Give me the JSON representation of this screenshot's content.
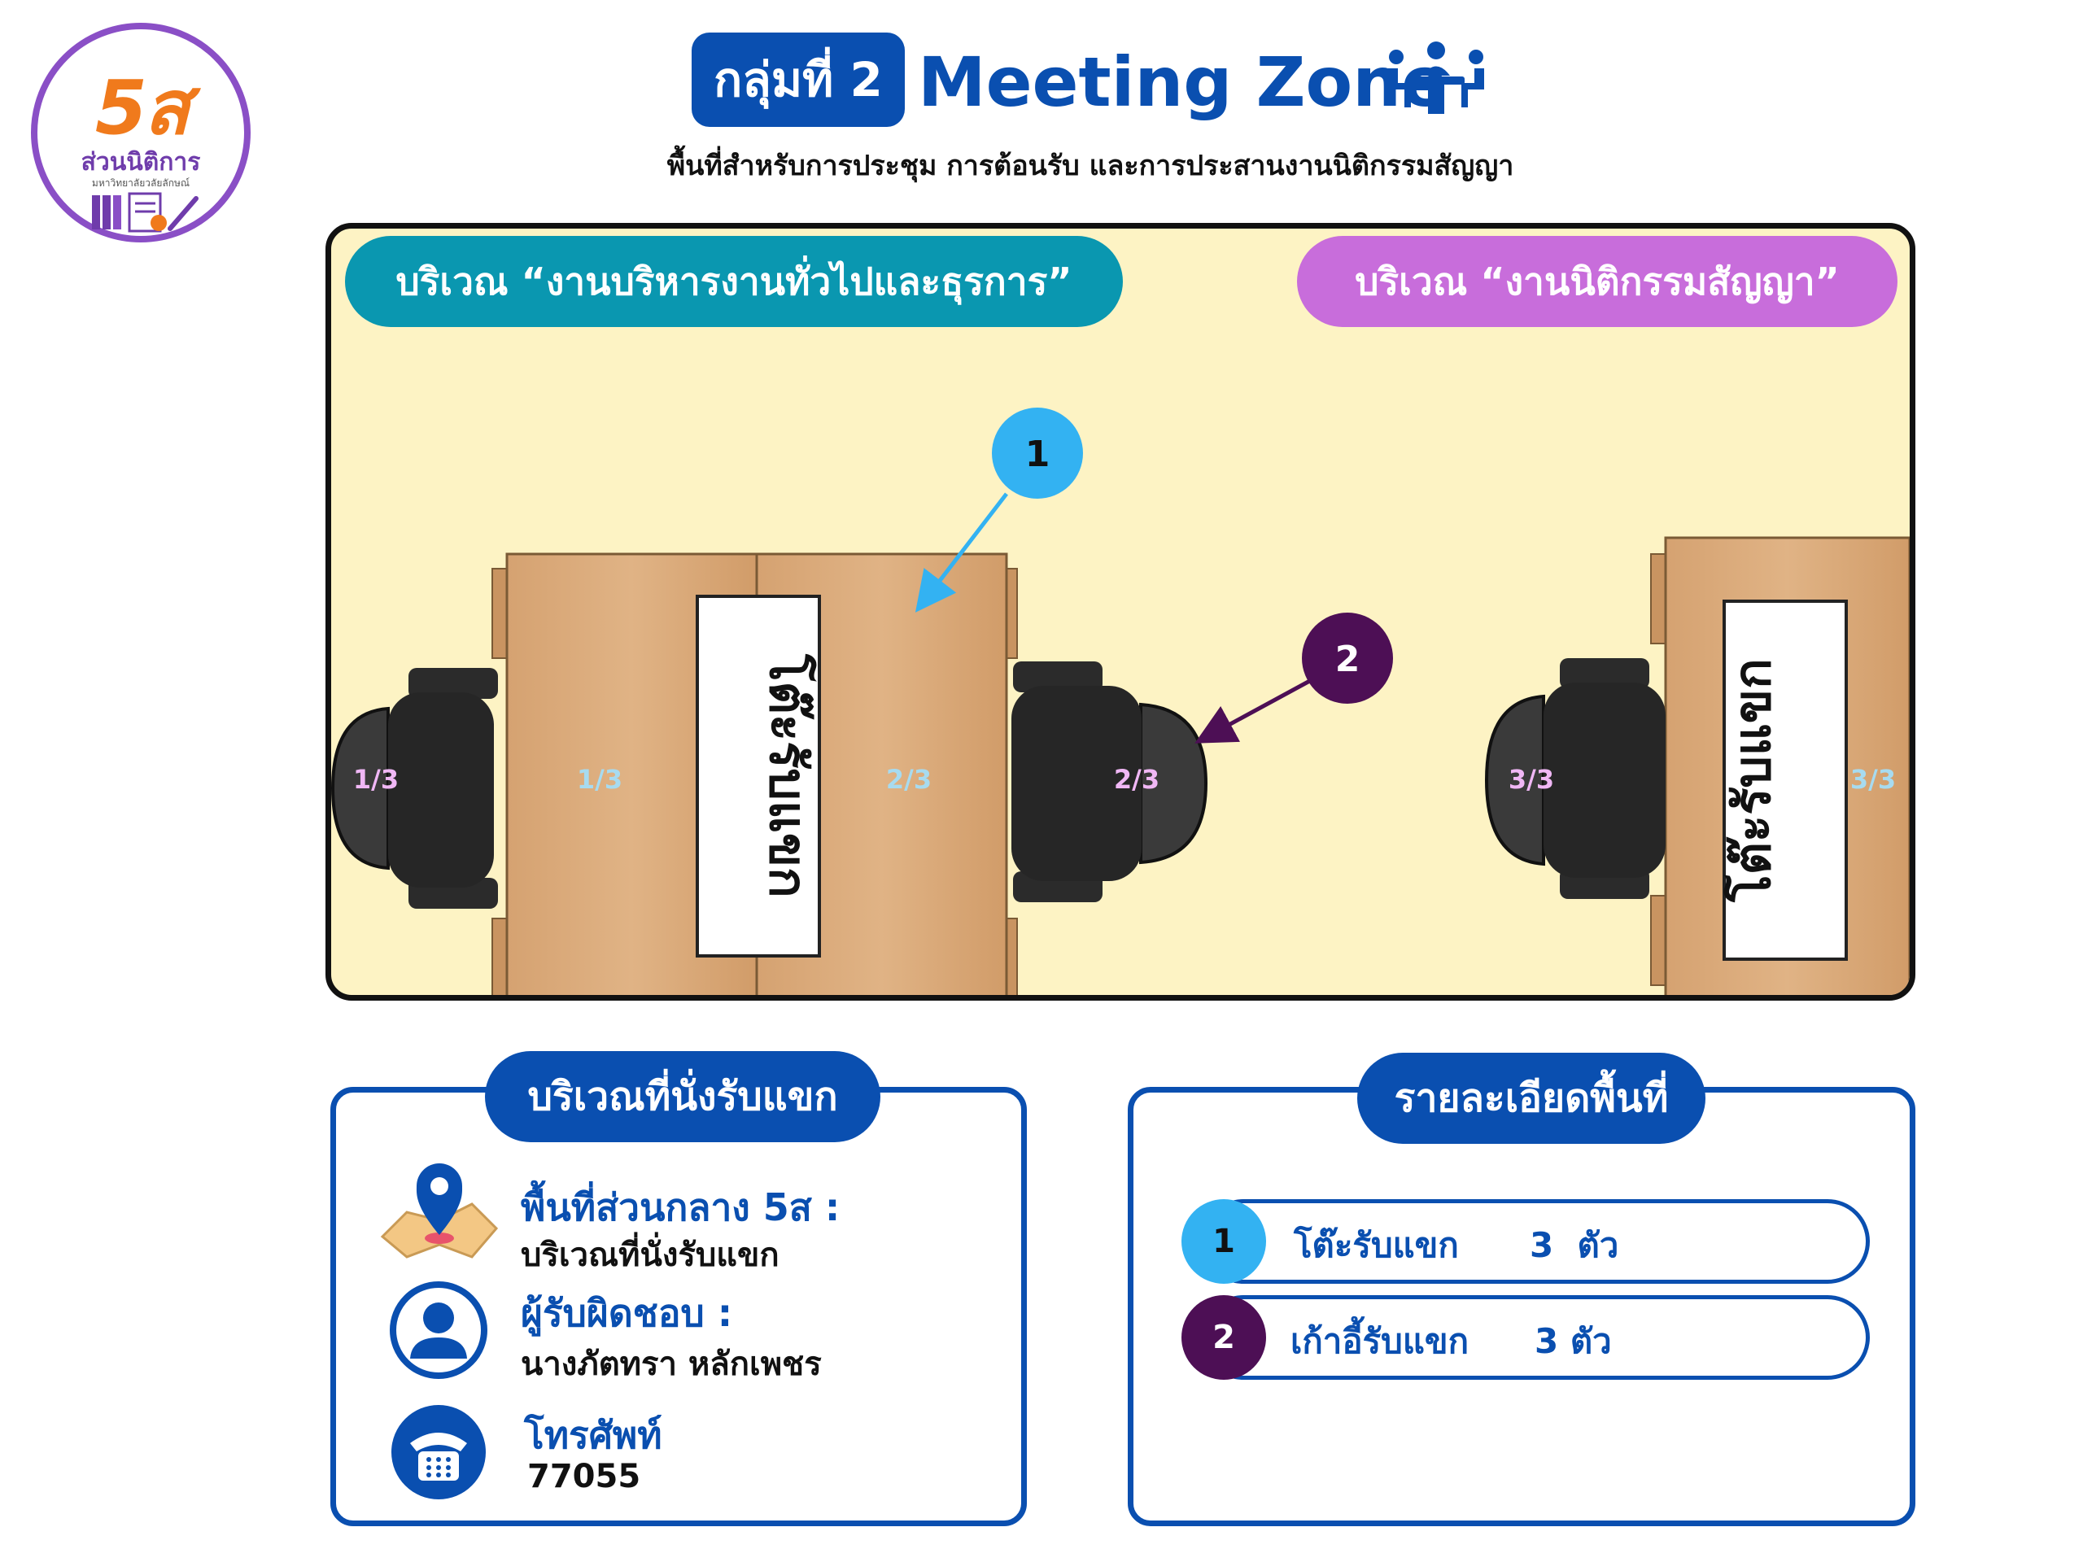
{
  "logo": {
    "top_text": "5ส",
    "main_text": "ส่วนนิติการ",
    "sub_text": "มหาวิทยาลัยวลัยลักษณ์"
  },
  "header": {
    "badge": "กลุ่มที่ 2",
    "title": "Meeting Zone",
    "subtitle": "พื้นที่สำหรับการประชุม การต้อนรับ และการประสานงานนิติกรรมสัญญา",
    "icon": "meeting-icon"
  },
  "floorplan": {
    "zone_left": "บริเวณ “งานบริหารงานทั่วไปและธุรการ”",
    "zone_right": "บริเวณ “งานนิติกรรมสัญญา”",
    "sign_left": "โต๊ะรับแขก",
    "sign_right": "โต๊ะรับแขก",
    "callout_1": "1",
    "callout_2": "2",
    "labels": {
      "chair_1": "1/3",
      "desk_1": "1/3",
      "desk_2": "2/3",
      "chair_2": "2/3",
      "chair_3": "3/3",
      "desk_3": "3/3"
    }
  },
  "left_box": {
    "title": "บริเวณที่นั่งรับแขก",
    "area_label": "พื้นที่ส่วนกลาง 5ส :",
    "area_value": "บริเวณที่นั่งรับแขก",
    "owner_label": "ผู้รับผิดชอบ :",
    "owner_value": "นางภัตทรา หลักเพชร",
    "phone_label": "โทรศัพท์",
    "phone_value": "77055"
  },
  "right_box": {
    "title": "รายละเอียดพื้นที่",
    "items": [
      {
        "num": "1",
        "name": "โต๊ะรับแขก",
        "qty": "3  ตัว"
      },
      {
        "num": "2",
        "name": "เก้าอี้รับแขก",
        "qty": "3 ตัว"
      }
    ]
  },
  "colors": {
    "brand_blue": "#0a4fb0",
    "zone_teal": "#0a97b0",
    "zone_purple": "#c86ddb",
    "callout_1": "#33b2f2",
    "callout_2": "#4d0f55",
    "floor": "#fdf3c4",
    "wood": "#d9a877",
    "label_pink": "#f0b7f5",
    "label_cyan": "#a7dbf0"
  }
}
